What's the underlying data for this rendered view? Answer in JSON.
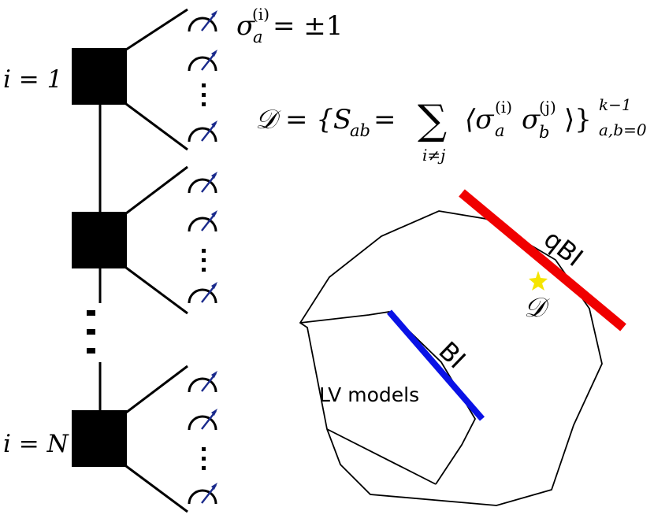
{
  "labels": {
    "site_first": "i = 1",
    "site_last": "i = N",
    "spin_value": "σ_a^(i) = ±1",
    "spin_value_parts": {
      "base": "σ",
      "sub": "a",
      "sup": "(i)",
      "rest": " = ±1"
    },
    "data_def_parts": {
      "lhs": "𝒟 = {S",
      "lhs_sub": "ab",
      "eq": " = ",
      "sum": "∑",
      "sum_sub": "i≠j",
      "corr_open": "⟨σ",
      "corr_sub_a": "a",
      "corr_sup_i": "(i)",
      "corr_mid": "σ",
      "corr_sub_b": "b",
      "corr_sup_j": "(j)",
      "corr_close": "⟩}",
      "range_sup": "k−1",
      "range_sub": "a,b=0"
    },
    "region_inner": "LV models",
    "facet_bi": "BI",
    "facet_qbi": "qBI",
    "point_data": "𝒟"
  },
  "colors": {
    "bi_line": "#0a12e6",
    "qbi_line": "#f00000",
    "star": "#f5e400",
    "needle": "#1a2a8c",
    "ink": "#000000"
  },
  "icons": [
    "party-node-icon",
    "measurement-meter-icon",
    "star-icon"
  ]
}
